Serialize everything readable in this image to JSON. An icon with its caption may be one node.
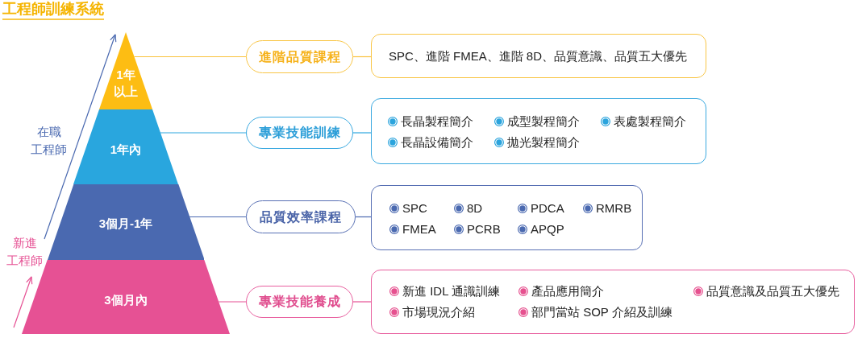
{
  "diagram": {
    "title": "工程師訓練系統",
    "nodes": [
      {
        "text": [
          "1年以上"
        ]
      },
      {
        "text": [
          "1年內"
        ]
      },
      {
        "text": [
          "3個月-1年"
        ]
      },
      {
        "text": [
          "3個月內"
        ]
      },
      {
        "text": [
          "進階品質課程"
        ]
      },
      {
        "text": [
          "SPC、進階 FMEA、進階 8D、品質意識、品質五大優先"
        ]
      },
      {
        "text": [
          "專業技能訓練"
        ]
      },
      {
        "text": [
          "長晶製程簡介",
          "成型製程簡介",
          "表處製程簡介",
          "長晶設備簡介",
          "拋光製程簡介"
        ]
      },
      {
        "text": [
          "品質效率課程"
        ]
      },
      {
        "text": [
          "SPC",
          "8D",
          "PDCA",
          "RMRB",
          "FMEA",
          "PCRB",
          "APQP"
        ]
      },
      {
        "text": [
          "專業技能養成"
        ]
      },
      {
        "text": [
          "新進 IDL 通識訓練",
          "產品應用簡介",
          "品質意識及品質五大優先",
          "市場現況介紹",
          "部門當站 SOP 介紹及訓練"
        ]
      }
    ],
    "edges": [
      {
        "from": 0,
        "to": 4,
        "arrow": "none",
        "color": "#f9c23c"
      },
      {
        "from": 4,
        "to": 5,
        "arrow": "none",
        "color": "#f9c23c"
      },
      {
        "from": 1,
        "to": 6,
        "arrow": "none",
        "color": "#2ea7df"
      },
      {
        "from": 6,
        "to": 7,
        "arrow": "none",
        "color": "#2ea7df"
      },
      {
        "from": 2,
        "to": 8,
        "arrow": "none",
        "color": "#4a69b0"
      },
      {
        "from": 8,
        "to": 9,
        "arrow": "none",
        "color": "#4a69b0"
      },
      {
        "from": 3,
        "to": 10,
        "arrow": "none",
        "color": "#e65194"
      },
      {
        "from": 10,
        "to": 11,
        "arrow": "none",
        "color": "#e65194"
      }
    ],
    "labels": [
      "在職工程師",
      "新進工程師"
    ]
  }
}
